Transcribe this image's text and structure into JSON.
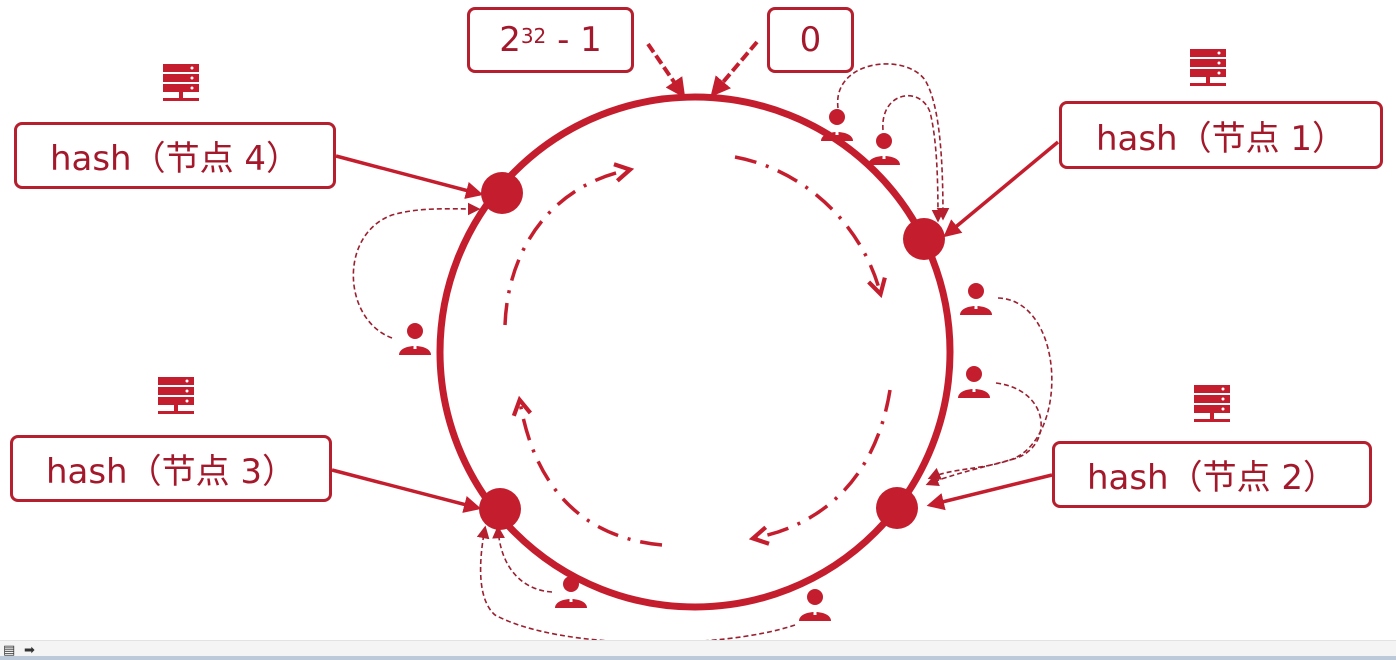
{
  "markers": {
    "max_base": "2",
    "max_exp": "32",
    "max_suffix": " - 1",
    "zero": "0"
  },
  "nodes": [
    {
      "id": "node4",
      "label": "hash（节点 4）"
    },
    {
      "id": "node1",
      "label": "hash（节点 1）"
    },
    {
      "id": "node3",
      "label": "hash（节点 3）"
    },
    {
      "id": "node2",
      "label": "hash（节点 2）"
    }
  ],
  "icons": {
    "server": "server-icon",
    "user": "user-icon"
  },
  "colors": {
    "accent": "#c41e2e",
    "label_text": "#a3182a"
  }
}
